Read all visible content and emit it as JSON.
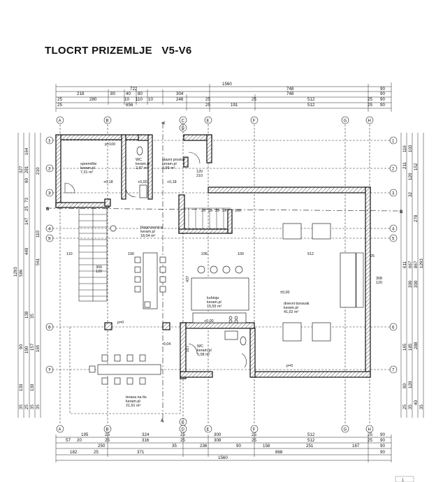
{
  "title": "TLOCRT PRIZEMLJE   V5-V6",
  "top_dimensions": {
    "row1": [
      "722",
      "748",
      "90"
    ],
    "row2": [
      "218",
      "80",
      "40",
      "80",
      "304",
      "748",
      "90"
    ],
    "row3": [
      "280",
      "10",
      "110",
      "10",
      "246",
      "25",
      "512",
      "25",
      "90"
    ],
    "row3b": [
      "25",
      "25",
      "25",
      "191",
      "25",
      "25"
    ],
    "row4": [
      "656",
      "1560"
    ]
  },
  "bottom_dimensions": {
    "row1": [
      "195",
      "25",
      "324",
      "25",
      "300",
      "25",
      "512",
      "25",
      "90"
    ],
    "row2": [
      "57",
      "20",
      "25",
      "316",
      "25",
      "308",
      "25",
      "512",
      "25",
      "90"
    ],
    "row3": [
      "250",
      "35",
      "236",
      "90",
      "158",
      "251",
      "167",
      "90"
    ],
    "row4": [
      "182",
      "25",
      "371",
      "868",
      "90"
    ],
    "total": "1560"
  },
  "left_dimensions": [
    "327",
    "281",
    "164",
    "90",
    "210",
    "73",
    "25",
    "147",
    "110",
    "190",
    "35",
    "138",
    "449",
    "561",
    "586",
    "1293",
    "90",
    "190",
    "157",
    "165",
    "25",
    "130",
    "35",
    "25",
    "130",
    "35",
    "35",
    "25",
    "35"
  ],
  "right_dimensions": [
    "116",
    "103",
    "211",
    "120",
    "152",
    "32",
    "278",
    "611",
    "667",
    "867",
    "1293",
    "300",
    "300",
    "300",
    "165",
    "185",
    "288",
    "25",
    "90",
    "120",
    "25",
    "35",
    "40",
    "35"
  ],
  "axes_top": [
    "A",
    "B",
    "C",
    "D",
    "E",
    "F",
    "G",
    "H"
  ],
  "axes_side": [
    "1",
    "2",
    "3",
    "4",
    "5",
    "6",
    "7"
  ],
  "section_marks": {
    "a": "A",
    "b": "B"
  },
  "rooms": [
    {
      "name": "spremište",
      "finish": "keram.pl",
      "area": "7,31 m²"
    },
    {
      "name": "WC",
      "finish": "keram.pl",
      "area": "2,87 m²"
    },
    {
      "name": "ulazni prostor",
      "finish": "keram.pl",
      "area": "9,99 m²"
    },
    {
      "name": "blagovaonica",
      "finish": "keram.pl",
      "area": "18,04 m²"
    },
    {
      "name": "kuhinja",
      "finish": "keram.pl",
      "area": "15,55 m²"
    },
    {
      "name": "dnevni boravak",
      "finish": "keram.pl",
      "area": "41,02 m²"
    },
    {
      "name": "WC",
      "finish": "keram.pl",
      "area": "5,08 m²"
    },
    {
      "name": "terasa na tlu",
      "finish": "keram.pl",
      "area": "21,91 m²"
    }
  ],
  "levels": [
    "+0,18",
    "+0,18",
    "+0,00",
    "+0,00",
    "-0,04",
    "±0,00"
  ],
  "interior_labels": [
    "p=100",
    "p=0",
    "p=0",
    "120",
    "210",
    "110",
    "300",
    "120",
    "437",
    "190",
    "236",
    "100",
    "512",
    "29",
    "29",
    "29",
    "29",
    "100",
    "308",
    "120",
    "167",
    "25"
  ],
  "stamp": "1"
}
